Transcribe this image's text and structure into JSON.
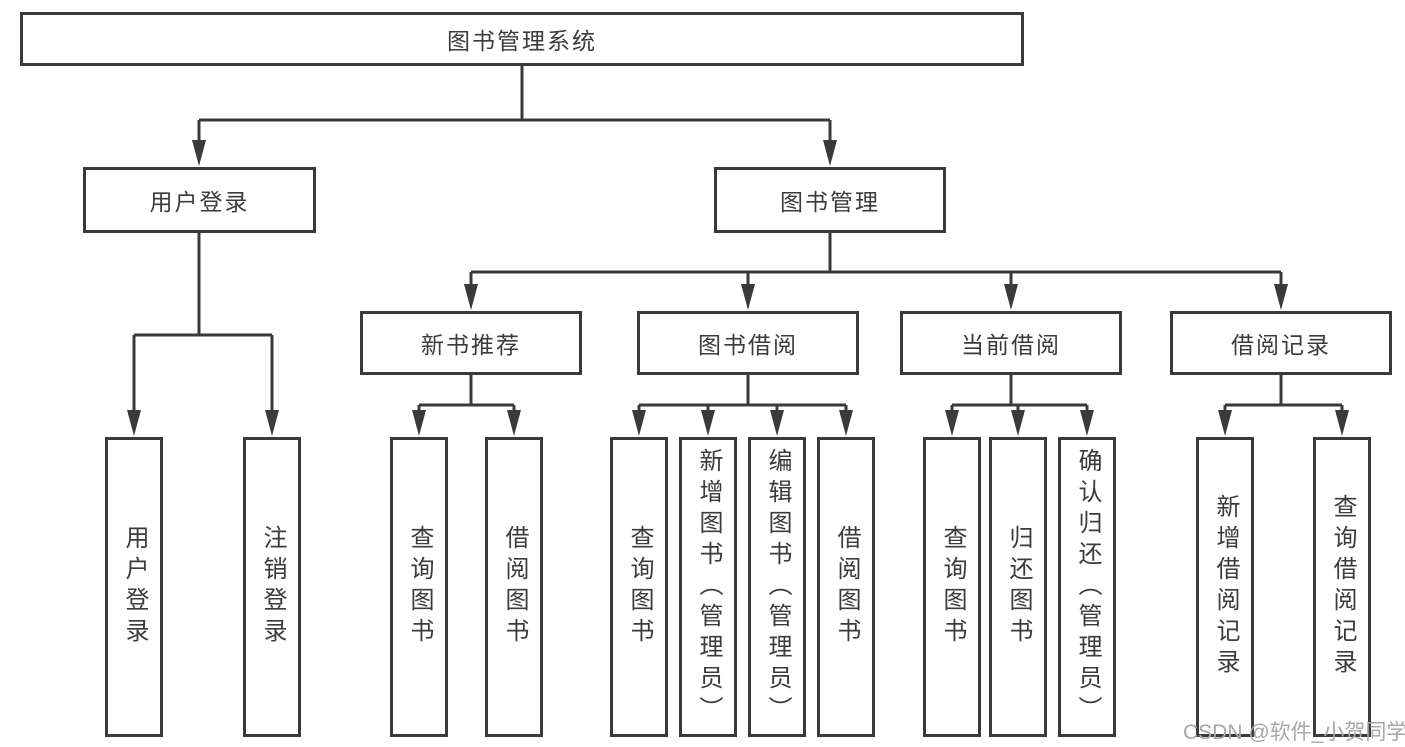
{
  "tree": {
    "label": "图书管理系统",
    "children": [
      {
        "label": "用户登录",
        "children": [
          {
            "label": "用户登录"
          },
          {
            "label": "注销登录"
          }
        ]
      },
      {
        "label": "图书管理",
        "children": [
          {
            "label": "新书推荐",
            "children": [
              {
                "label": "查询图书"
              },
              {
                "label": "借阅图书"
              }
            ]
          },
          {
            "label": "图书借阅",
            "children": [
              {
                "label": "查询图书"
              },
              {
                "label": "新增图书（管理员）"
              },
              {
                "label": "编辑图书（管理员）"
              },
              {
                "label": "借阅图书"
              }
            ]
          },
          {
            "label": "当前借阅",
            "children": [
              {
                "label": "查询图书"
              },
              {
                "label": "归还图书"
              },
              {
                "label": "确认归还（管理员）"
              }
            ]
          },
          {
            "label": "借阅记录",
            "children": [
              {
                "label": "新增借阅记录"
              },
              {
                "label": "查询借阅记录"
              }
            ]
          }
        ]
      }
    ]
  },
  "watermark": {
    "text": "CSDN @软件_小贺同学"
  },
  "colors": {
    "line": "#3a3a3a",
    "text": "#3b3b3b",
    "watermark": "#a7a7a7",
    "background": "#ffffff"
  }
}
